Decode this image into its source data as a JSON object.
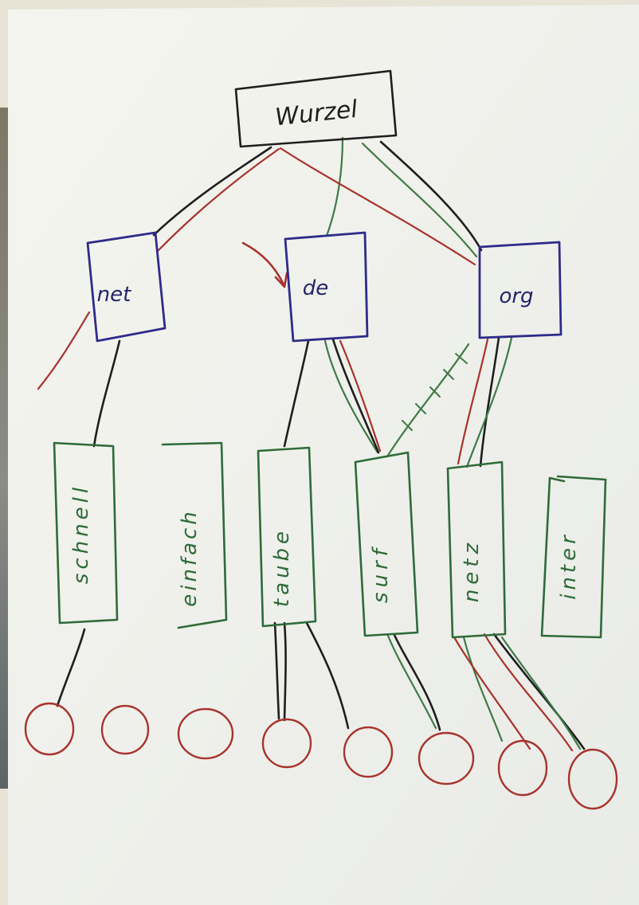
{
  "diagram": {
    "root": {
      "label": "Wurzel"
    },
    "level1": [
      {
        "label": "net"
      },
      {
        "label": "de"
      },
      {
        "label": "org"
      }
    ],
    "level2": [
      {
        "label": "schnell"
      },
      {
        "label": "einfach"
      },
      {
        "label": "taube"
      },
      {
        "label": "surf"
      },
      {
        "label": "netz"
      },
      {
        "label": "inter"
      }
    ],
    "leaf_count": 8
  },
  "colors": {
    "paper": "#f4f4ee",
    "ink_black": "#1e1e1e",
    "ink_red": "#a8322c",
    "ink_green": "#3f7a45",
    "ink_blue": "#2e2b8a",
    "label_green": "#2e6b38",
    "label_blue": "#25236a"
  }
}
